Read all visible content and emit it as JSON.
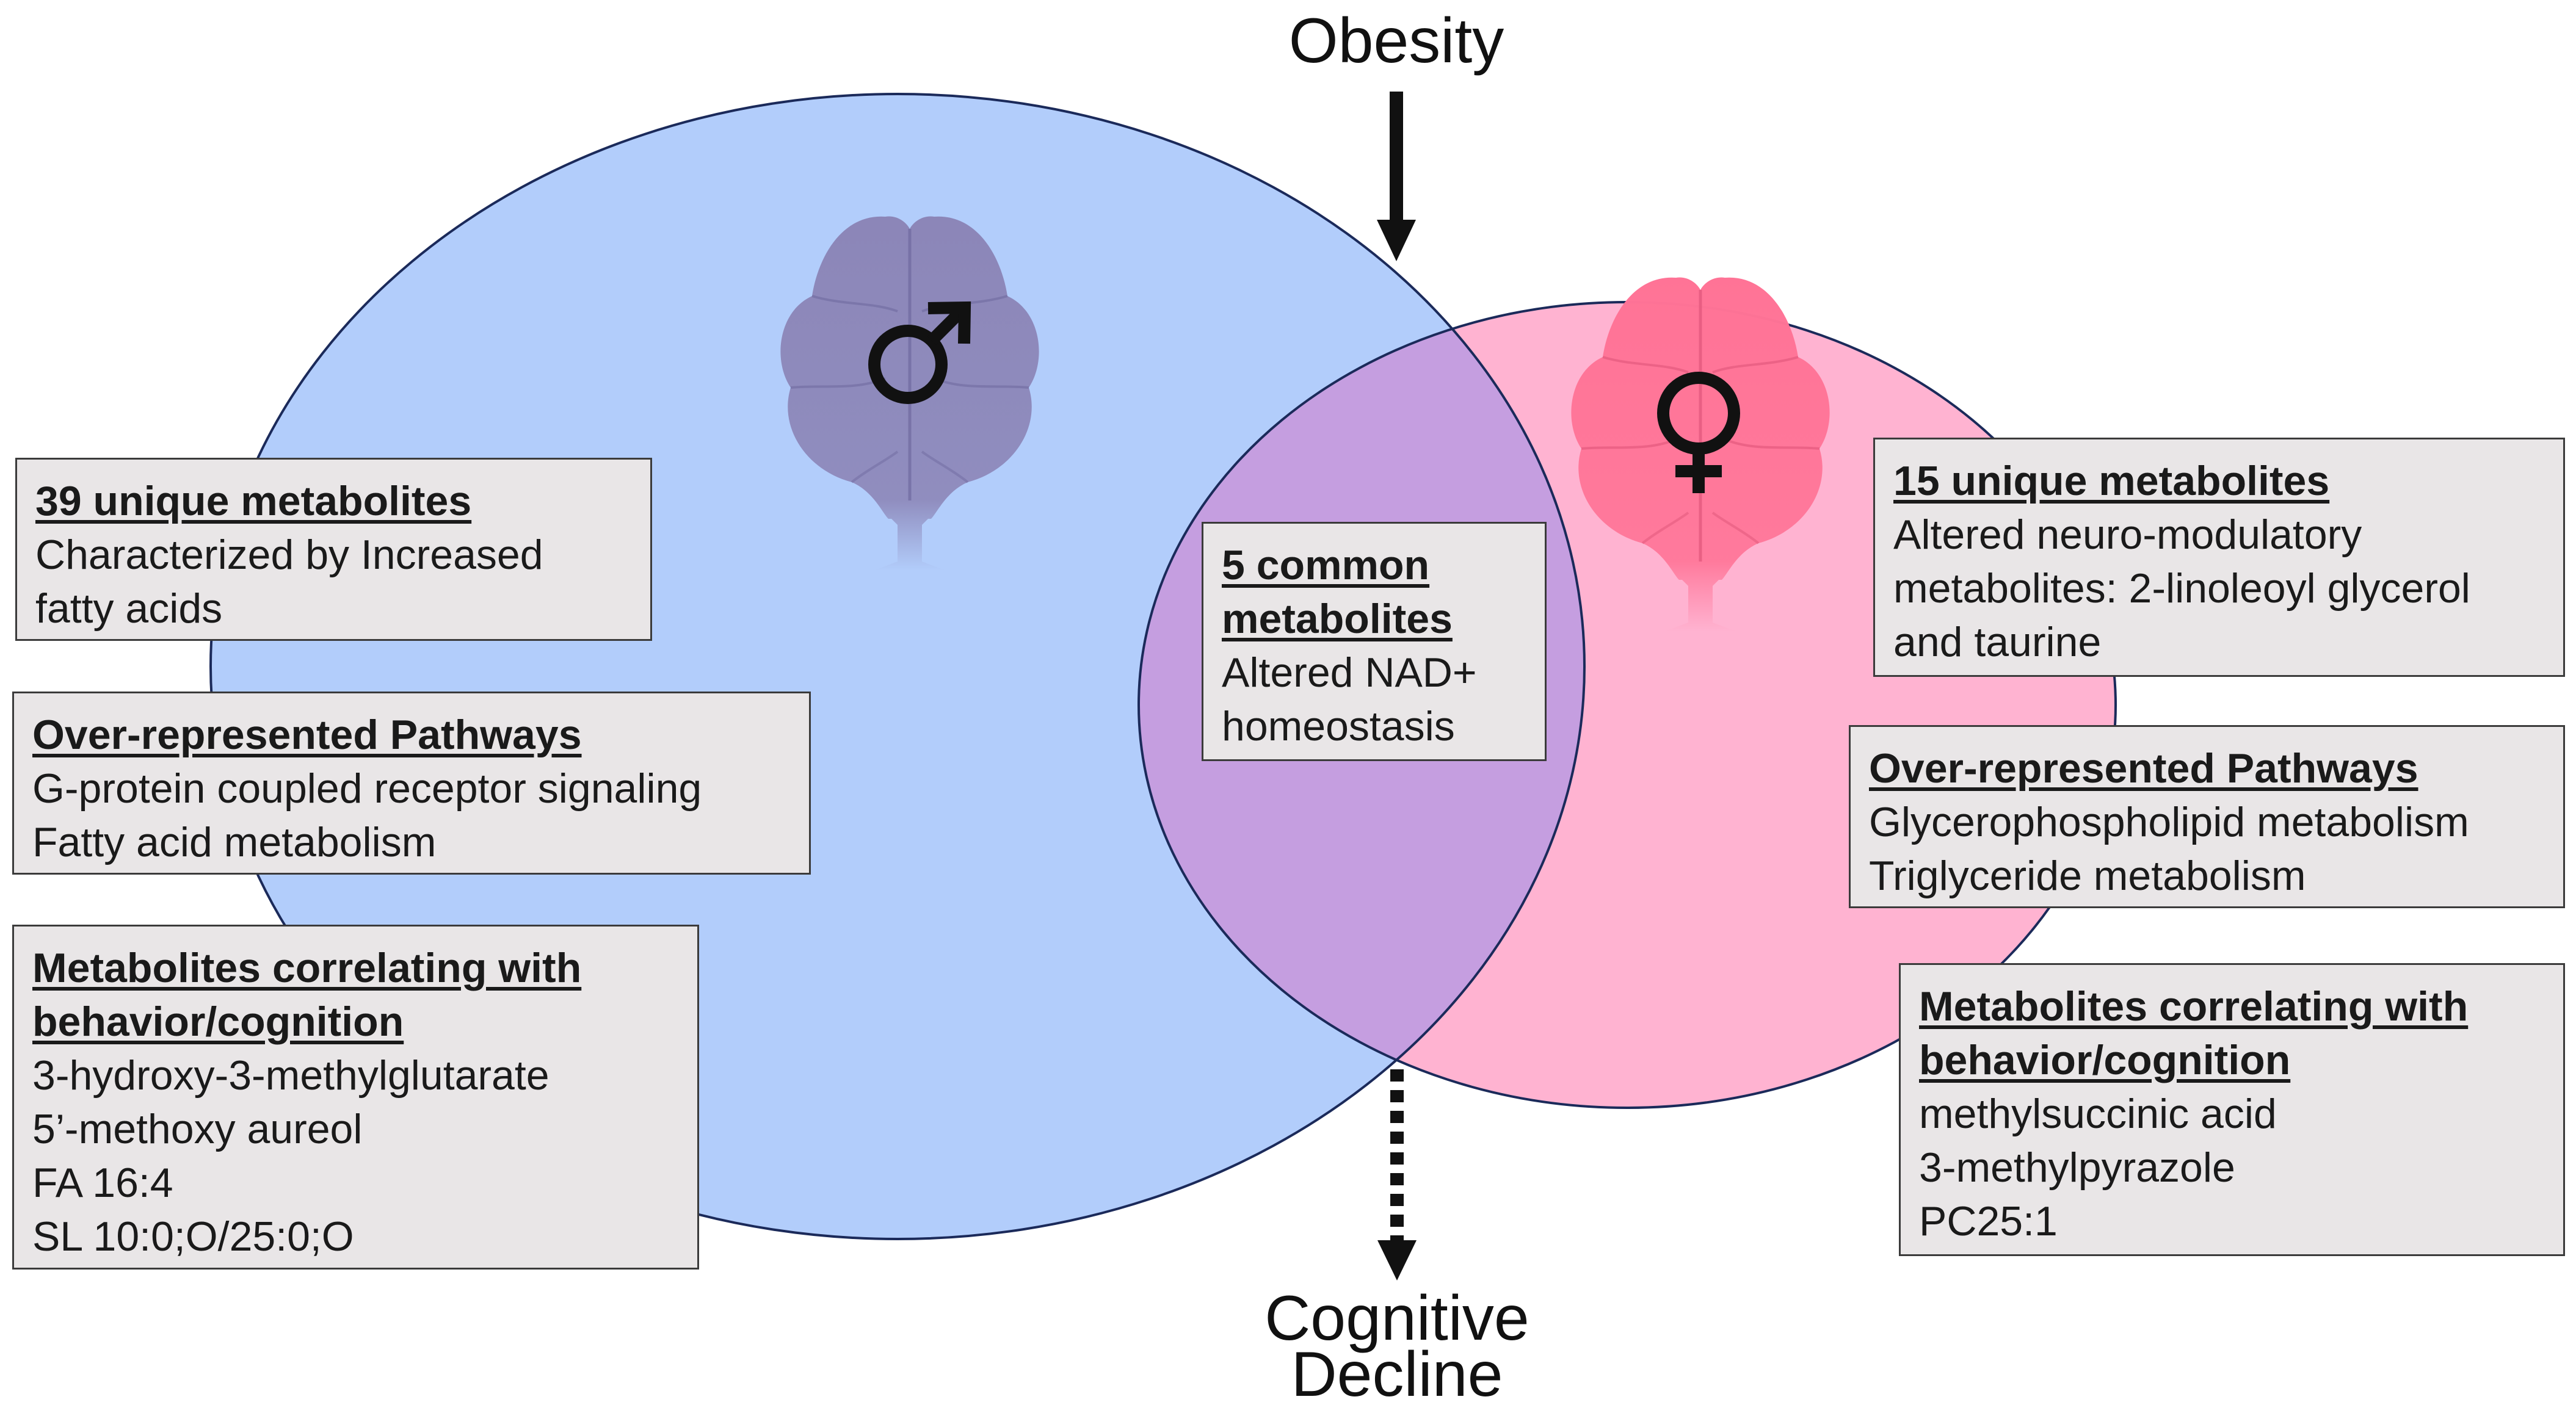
{
  "labels": {
    "top": "Obesity",
    "bottom_line1": "Cognitive",
    "bottom_line2": "Decline"
  },
  "male": {
    "symbol": "♂",
    "unique": {
      "heading": "39 unique metabolites",
      "lines": [
        "Characterized by Increased",
        "fatty acids"
      ]
    },
    "pathways": {
      "heading": "Over-represented Pathways",
      "lines": [
        "G-protein coupled receptor signaling",
        "Fatty acid metabolism"
      ]
    },
    "correlating": {
      "heading_line1": "Metabolites correlating with",
      "heading_line2": "behavior/cognition",
      "lines": [
        "3-hydroxy-3-methylglutarate",
        "5’-methoxy aureol",
        "FA 16:4",
        "SL 10:0;O/25:0;O"
      ]
    }
  },
  "common": {
    "heading_line1": "5 common",
    "heading_line2": "metabolites",
    "lines": [
      "Altered NAD+",
      "homeostasis"
    ]
  },
  "female": {
    "symbol": "♀",
    "unique": {
      "heading": "15 unique metabolites",
      "lines": [
        "Altered neuro-modulatory",
        "metabolites: 2-linoleoyl glycerol",
        "and taurine"
      ]
    },
    "pathways": {
      "heading": "Over-represented Pathways",
      "lines": [
        "Glycerophospholipid metabolism",
        "Triglyceride metabolism"
      ]
    },
    "correlating": {
      "heading_line1": "Metabolites correlating with",
      "heading_line2": "behavior/cognition",
      "lines": [
        "methylsuccinic acid",
        "3-methylpyrazole",
        "PC25:1"
      ]
    }
  },
  "colors": {
    "male_circle": "#b2cdfb",
    "female_circle": "#ffb3d1",
    "overlap": "#c59ee0",
    "circle_stroke": "#1b2a5a",
    "male_brain": "#8c86b8",
    "female_brain": "#ff7396"
  }
}
